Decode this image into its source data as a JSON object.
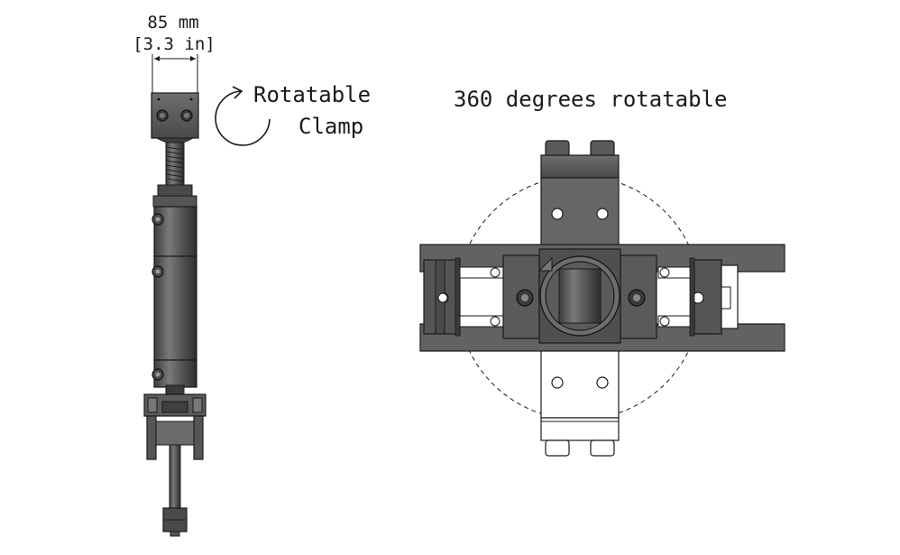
{
  "dimension": {
    "metric": "85 mm",
    "imperial": "[3.3 in]"
  },
  "labels": {
    "rotatable_line1": "Rotatable",
    "rotatable_line2": "Clamp",
    "degrees": "360 degrees rotatable"
  },
  "colors": {
    "metal_dark": "#505050",
    "metal_mid": "#6b6b6b",
    "metal_light": "#8c8c8c",
    "outline": "#1a1a1a",
    "background": "#ffffff"
  }
}
